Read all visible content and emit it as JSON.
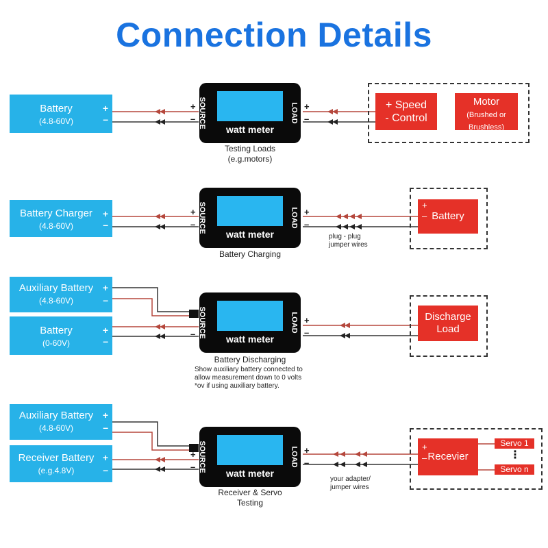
{
  "title": "Connection Details",
  "plus": "+",
  "minus": "–",
  "meter": {
    "label": "watt meter",
    "source": "SOURCE",
    "load": "LOAD"
  },
  "rows": [
    {
      "sources": [
        {
          "name": "Battery",
          "range": "(4.8-60V)"
        }
      ],
      "caption": [
        "Testing Loads",
        "(e.g.motors)"
      ],
      "loads": [
        {
          "lines": [
            "+ Speed",
            "- Control"
          ]
        },
        {
          "lines": [
            "Motor",
            "(Brushed or",
            "Brushless)"
          ]
        }
      ]
    },
    {
      "sources": [
        {
          "name": "Battery Charger",
          "range": "(4.8-60V)"
        }
      ],
      "caption": [
        "Battery Charging"
      ],
      "wire_note": [
        "plug - plug",
        "jumper wires"
      ],
      "loads": [
        {
          "name": "Battery"
        }
      ]
    },
    {
      "sources": [
        {
          "name": "Auxiliary Battery",
          "range": "(4.8-60V)"
        },
        {
          "name": "Battery",
          "range": "(0-60V)"
        }
      ],
      "caption": [
        "Battery Discharging"
      ],
      "note": [
        "Show auxiliary battery connected to",
        "allow measurement down to 0 volts",
        "*ov if using auxiliary battery."
      ],
      "loads": [
        {
          "lines": [
            "Discharge",
            "Load"
          ]
        }
      ]
    },
    {
      "sources": [
        {
          "name": "Auxiliary Battery",
          "range": "(4.8-60V)"
        },
        {
          "name": "Receiver Battery",
          "range": "(e.g.4.8V)"
        }
      ],
      "caption": [
        "Receiver & Servo",
        "Testing"
      ],
      "wire_note": [
        "your adapter/",
        "jumper wires"
      ],
      "loads": [
        {
          "name": "Recevier"
        }
      ],
      "servos": [
        "Servo 1",
        "Servo n"
      ],
      "servo_ellipsis": "⋮"
    }
  ],
  "colors": {
    "title": "#1a73e0",
    "source_box": "#27b2e8",
    "load_box": "#e53128",
    "meter": "#0a0a0a",
    "screen": "#29b6f0",
    "wire_pos": "#b5473c",
    "wire_neg": "#333333"
  }
}
